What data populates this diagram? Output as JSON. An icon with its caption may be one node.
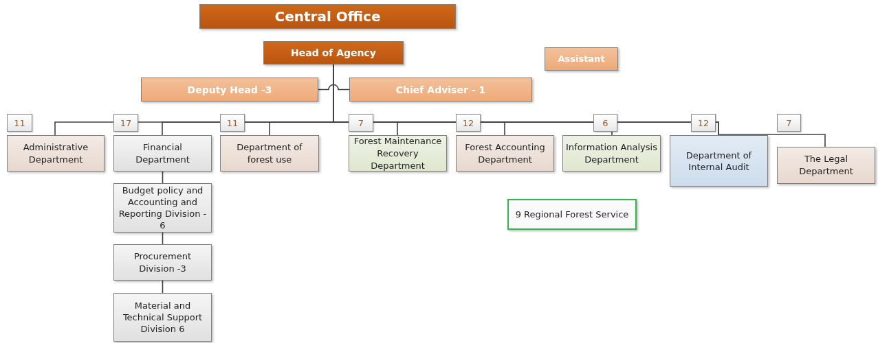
{
  "diagram": {
    "nodes": [
      {
        "text": [
          "Central Office"
        ]
      },
      {
        "text": [
          "Head of Agency"
        ]
      },
      {
        "text": [
          "Assistant"
        ]
      },
      {
        "text": [
          "Deputy Head -3"
        ]
      },
      {
        "text": [
          "Chief Adviser - 1"
        ]
      },
      {
        "text": [
          "Administrative Department"
        ],
        "beside": [
          "11"
        ]
      },
      {
        "text": [
          "Financial Department"
        ],
        "beside": [
          "17"
        ]
      },
      {
        "text": [
          "Budget policy and Accounting and Reporting Division - 6"
        ]
      },
      {
        "text": [
          "Procurement Division -3"
        ]
      },
      {
        "text": [
          "Material and Technical Support Division 6"
        ]
      },
      {
        "text": [
          "Department of forest use"
        ],
        "beside": [
          "11"
        ]
      },
      {
        "text": [
          "Forest Maintenance Recovery Department"
        ],
        "beside": [
          "7"
        ]
      },
      {
        "text": [
          "Forest Accounting Department"
        ],
        "beside": [
          "12"
        ]
      },
      {
        "text": [
          "Information Analysis Department"
        ],
        "beside": [
          "6"
        ]
      },
      {
        "text": [
          "Department of Internal Audit"
        ],
        "beside": [
          "12"
        ]
      },
      {
        "text": [
          "The Legal Department"
        ],
        "beside": [
          "7"
        ]
      },
      {
        "text": [
          "9 Regional Forest Service"
        ]
      }
    ],
    "edges": [
      {
        "from": 1,
        "to": 5,
        "arrow": "none"
      },
      {
        "from": 1,
        "to": 6,
        "arrow": "none"
      },
      {
        "from": 1,
        "to": 10,
        "arrow": "none"
      },
      {
        "from": 1,
        "to": 11,
        "arrow": "none"
      },
      {
        "from": 1,
        "to": 12,
        "arrow": "none"
      },
      {
        "from": 1,
        "to": 13,
        "arrow": "none"
      },
      {
        "from": 1,
        "to": 14,
        "arrow": "none"
      },
      {
        "from": 1,
        "to": 15,
        "arrow": "none"
      },
      {
        "from": 6,
        "to": 7,
        "arrow": "none"
      },
      {
        "from": 7,
        "to": 8,
        "arrow": "none"
      },
      {
        "from": 8,
        "to": 9,
        "arrow": "none"
      },
      {
        "from": 3,
        "to": 4,
        "arrow": "none"
      }
    ]
  }
}
